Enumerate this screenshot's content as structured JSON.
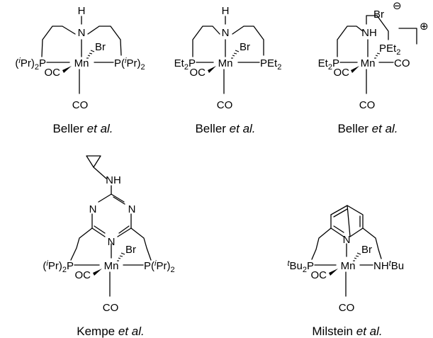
{
  "captions": {
    "c1": {
      "name": "Beller",
      "etal": "et al."
    },
    "c2": {
      "name": "Beller",
      "etal": "et al."
    },
    "c3": {
      "name": "Beller",
      "etal": "et al."
    },
    "c4": {
      "name": "Kempe",
      "etal": "et al."
    },
    "c5": {
      "name": "Milstein",
      "etal": "et al."
    }
  },
  "atoms": {
    "mn": "Mn",
    "br": "Br",
    "n": "N",
    "h": "H",
    "nh": "NH",
    "co": "CO",
    "oc": "OC",
    "p": "P",
    "ipr": "Pr",
    "i": "i",
    "et": "Et",
    "tbu": "Bu",
    "t": "t",
    "two": "2",
    "lparen": "(",
    "rparen": ")",
    "nh_tbu_prefix": "NH"
  },
  "charges": {
    "minus": "⊖",
    "plus": "⊕"
  }
}
